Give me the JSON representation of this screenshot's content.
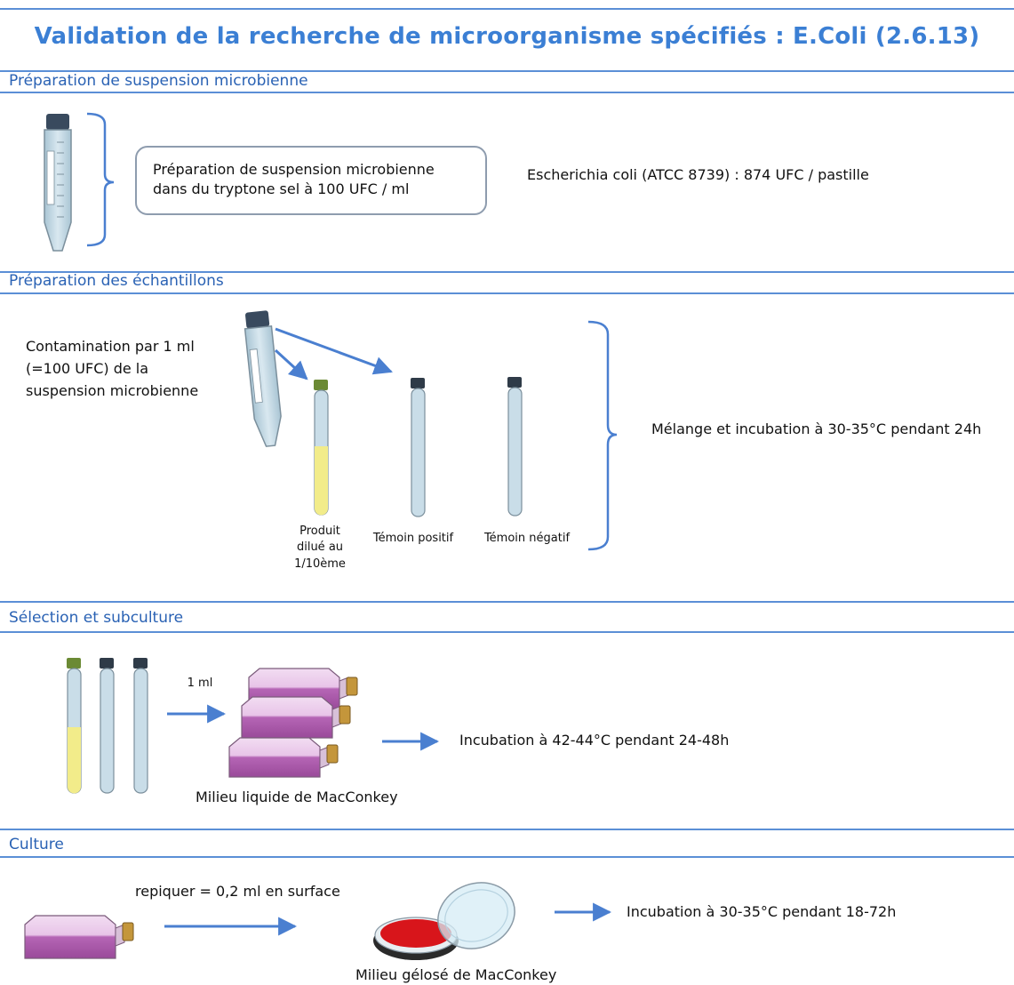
{
  "title": "Validation de la recherche de microorganisme spécifiés : E.Coli (2.6.13)",
  "sections": {
    "s1": "Préparation de suspension microbienne",
    "s2": "Préparation des échantillons",
    "s3": "Sélection et subculture",
    "s4": "Culture"
  },
  "prep_box": {
    "line1": "Préparation de suspension    microbienne",
    "line2": "dans du tryptone sel à 100 UFC / ml"
  },
  "strain_note": "Escherichia coli (ATCC 8739) : 874 UFC / pastille",
  "contamination": {
    "line1": "Contamination par 1 ml",
    "line2": "(=100 UFC) de la",
    "line3": "suspension microbienne"
  },
  "tubes": {
    "product_1": "Produit",
    "product_2": "dilué au",
    "product_3": "1/10ème",
    "positive": "Témoin positif",
    "negative": "Témoin négatif"
  },
  "mix_incubation": "Mélange et incubation à 30-35°C pendant 24h",
  "subculture": {
    "volume": "1 ml",
    "incubation": "Incubation à 42-44°C pendant 24-48h",
    "medium": "Milieu liquide de MacConkey"
  },
  "culture": {
    "transfer": "repiquer = 0,2 ml en surface",
    "incubation": "Incubation à 30-35°C pendant 18-72h",
    "medium": "Milieu gélosé de MacConkey"
  },
  "colors": {
    "accent": "#3b7fd4",
    "arrow": "#4a7fd0",
    "tube_liquid": "#c9dde8",
    "product_yellow": "#f2ec8a",
    "flask_purple": "#b565b5",
    "agar_red": "#d8151b"
  }
}
